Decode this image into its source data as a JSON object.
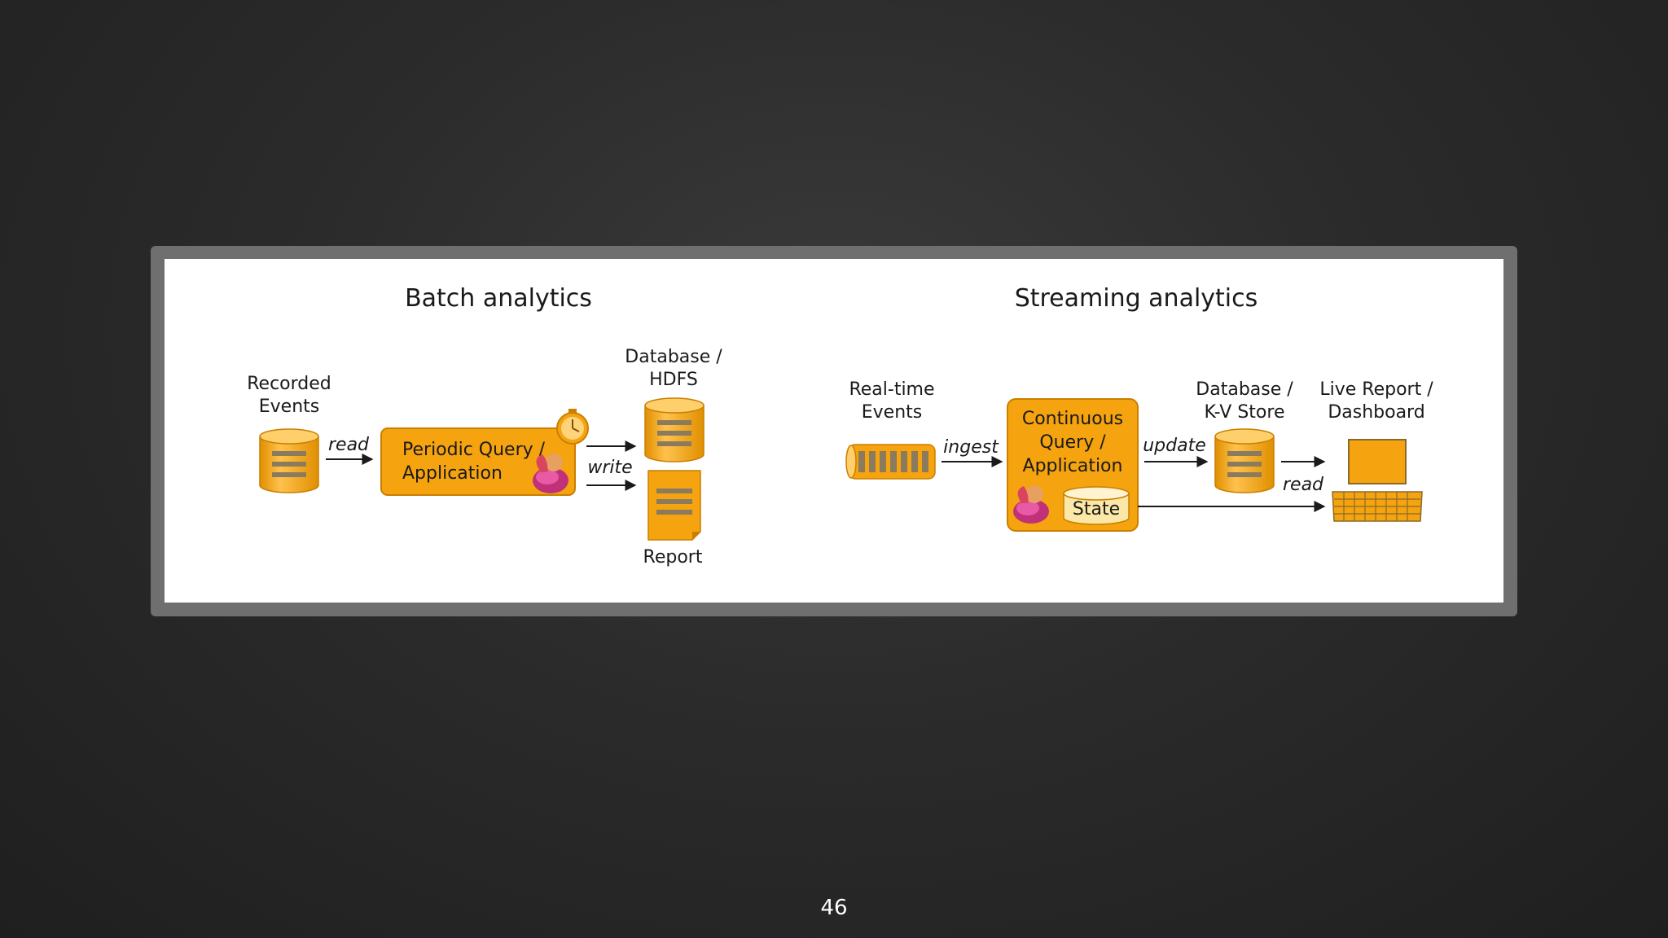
{
  "slide": {
    "page_number": "46"
  },
  "batch": {
    "title": "Batch analytics",
    "source_label_1": "Recorded",
    "source_label_2": "Events",
    "read_label": "read",
    "query_label_1": "Periodic Query /",
    "query_label_2": "Application",
    "write_label": "write",
    "db_label_1": "Database /",
    "db_label_2": "HDFS",
    "report_label": "Report"
  },
  "streaming": {
    "title": "Streaming analytics",
    "source_label_1": "Real-time",
    "source_label_2": "Events",
    "ingest_label": "ingest",
    "query_label_1": "Continuous",
    "query_label_2": "Query /",
    "query_label_3": "Application",
    "state_label": "State",
    "update_label": "update",
    "db_label_1": "Database /",
    "db_label_2": "K-V Store",
    "read_label": "read",
    "dashboard_label_1": "Live Report /",
    "dashboard_label_2": "Dashboard"
  },
  "colors": {
    "accent": "#f5a30f",
    "accent_dark": "#c97f00",
    "stripe": "#8a7a5e",
    "state_fill": "#fbe7a6"
  },
  "icons": [
    "database-icon",
    "document-icon",
    "timer-icon",
    "squirrel-icon",
    "event-queue-icon",
    "laptop-icon"
  ]
}
